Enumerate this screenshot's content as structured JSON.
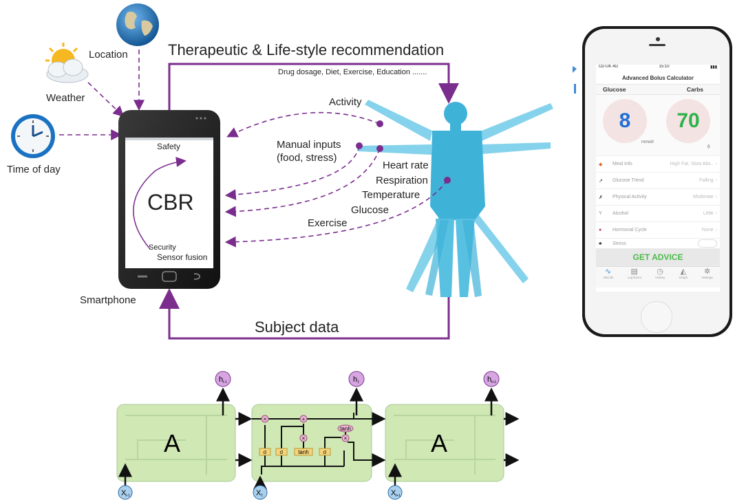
{
  "top_diagram": {
    "recommendation_title": "Therapeutic & Life-style recommendation",
    "recommendation_detail": "Drug dosage, Diet, Exercise, Education .......",
    "subject_data": "Subject data",
    "inputs": {
      "location": "Location",
      "weather": "Weather",
      "time_of_day": "Time of day"
    },
    "smartphone_label": "Smartphone",
    "phone_screen": {
      "safety": "Safety",
      "cbr": "CBR",
      "security": "Security",
      "sensor_fusion": "Sensor fusion"
    },
    "body_signals": {
      "activity": "Activity",
      "manual_inputs_line1": "Manual inputs",
      "manual_inputs_line2": "(food, stress)",
      "heart_rate": "Heart rate",
      "respiration": "Respiration",
      "temperature": "Temperature",
      "glucose": "Glucose",
      "exercise": "Exercise"
    }
  },
  "app": {
    "status_carrier": "O2-UK 4G",
    "status_time": "15:10",
    "title": "Advanced Bolus Calculator",
    "glucose_label": "Glucose",
    "carbs_label": "Carbs",
    "glucose_value": "8",
    "glucose_unit": "mmol/l",
    "carbs_value": "70",
    "carbs_unit": "g",
    "rows": [
      {
        "label": "Meal Info",
        "value": "High Fat, Slow Abs.."
      },
      {
        "label": "Glucose Trend",
        "value": "Falling"
      },
      {
        "label": "Physical Activity",
        "value": "Moderate"
      },
      {
        "label": "Alcohol",
        "value": "Little"
      },
      {
        "label": "Hormonal Cycle",
        "value": "None"
      },
      {
        "label": "Stress",
        "value": ""
      }
    ],
    "advice_button": "GET ADVICE",
    "tabs": [
      "ABC4D",
      "Log Event",
      "History",
      "Graph",
      "Settings"
    ],
    "colors": {
      "glucose": "#1f6fd6",
      "carbs": "#2fb24a",
      "advice": "#4cba4c"
    }
  },
  "lstm": {
    "cells": [
      "A",
      "A"
    ],
    "outputs": [
      "h t-1",
      "h t",
      "h t+1"
    ],
    "inputs": [
      "X t-1",
      "X t",
      "X t+1"
    ],
    "gates": [
      "σ",
      "σ",
      "tanh",
      "σ"
    ],
    "ops": [
      "×",
      "+",
      "×",
      "×"
    ],
    "tanh_label": "tanh",
    "h_symbol": "h",
    "x_symbol": "X",
    "sub_prev": "t-1",
    "sub_cur": "t",
    "sub_next": "t+1"
  },
  "colors": {
    "purple": "#7b2d8e",
    "body": "#3fb2d8",
    "cell": "#cfe8b4"
  }
}
